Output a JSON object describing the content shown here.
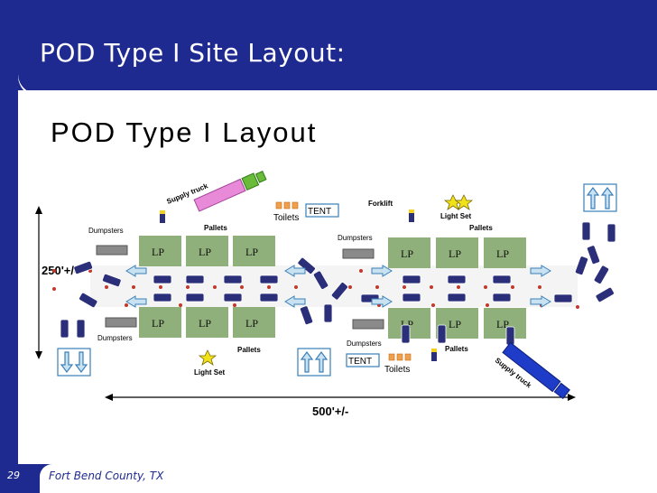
{
  "slide": {
    "title": "POD Type I Site Layout:",
    "page_number": "29",
    "footer": "Fort Bend County, TX"
  },
  "diagram": {
    "heading": "POD Type I Layout",
    "dimension_vertical": "250'+/-",
    "dimension_horizontal": "500'+/-",
    "lp_label": "LP",
    "labels": {
      "supply_truck_top": "Supply truck",
      "supply_truck_bottom": "Supply truck",
      "pallets": "Pallets",
      "toilets": "Toilets",
      "tent": "TENT",
      "forklift": "Forklift",
      "light_set": "Light Set",
      "dumpsters": "Dumpsters"
    }
  },
  "colors": {
    "brand": "#1f2a90",
    "lp_box": "#8fb07a",
    "truck_top": "#e88ad8",
    "truck_bottom": "#1e3cc8"
  }
}
